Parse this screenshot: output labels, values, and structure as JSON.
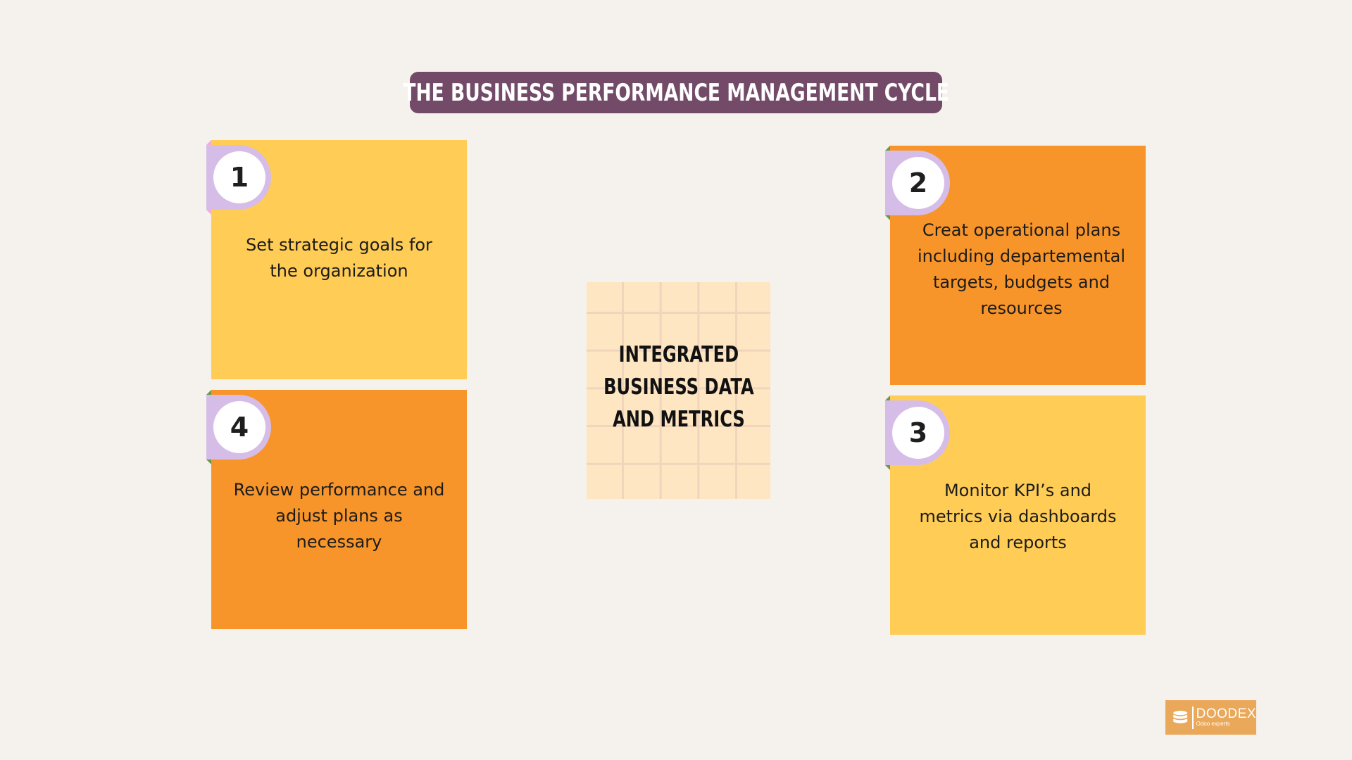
{
  "title": "The Business Performance Management Cycle",
  "center": {
    "lines": [
      "INTEGRATED",
      "BUSINESS DATA",
      "AND METRICS"
    ]
  },
  "steps": [
    {
      "number": "1",
      "text_lines": [
        "Set strategic goals for",
        "the organization"
      ],
      "color": "#ffcc55"
    },
    {
      "number": "2",
      "text_lines": [
        "Creat operational plans",
        "including departemental",
        "targets, budgets and",
        "resources"
      ],
      "color": "#f7952a"
    },
    {
      "number": "3",
      "text_lines": [
        "Monitor KPI’s and",
        "metrics via dashboards",
        "and reports"
      ],
      "color": "#ffcc55"
    },
    {
      "number": "4",
      "text_lines": [
        "Review performance and",
        "adjust plans as",
        "necessary"
      ],
      "color": "#f7952a"
    }
  ],
  "colors": {
    "background": "#f5f2ed",
    "title_bg": "#734b68",
    "badge_tab": "#d6bde8",
    "yellow": "#ffcc55",
    "orange": "#f7952a",
    "center_bg": "#ffe6c2",
    "logo_bg": "#e9a85a"
  },
  "logo": {
    "name": "DOODEX",
    "tagline": "Odoo experts",
    "icon": "database-icon"
  }
}
